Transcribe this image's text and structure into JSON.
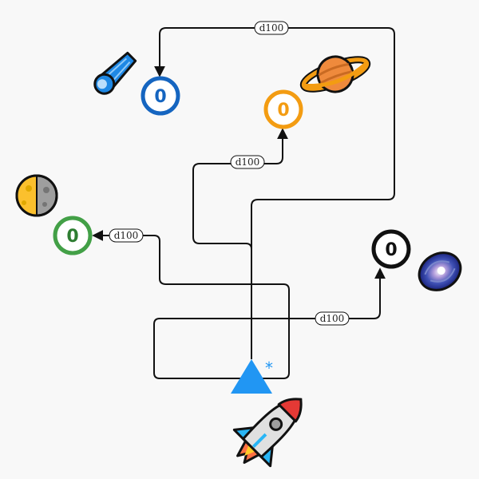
{
  "colors": {
    "background": "#f8f8f8",
    "player": "#2196f3",
    "edge": "#111111"
  },
  "player": {
    "icon": "triangle-player-icon",
    "marker": "*"
  },
  "nodes": [
    {
      "id": "comet",
      "count": "0",
      "color": "#1565c0",
      "icon": "comet-icon"
    },
    {
      "id": "saturn",
      "count": "0",
      "color": "#f39c12",
      "icon": "ringed-planet-icon"
    },
    {
      "id": "moon",
      "count": "0",
      "color": "#43a047",
      "icon": "half-moon-icon"
    },
    {
      "id": "galaxy",
      "count": "0",
      "color": "#111111",
      "icon": "galaxy-icon"
    }
  ],
  "edges": [
    {
      "to": "comet",
      "label": "d100"
    },
    {
      "to": "saturn",
      "label": "d100"
    },
    {
      "to": "moon",
      "label": "d100"
    },
    {
      "to": "galaxy",
      "label": "d100"
    }
  ],
  "rocket": {
    "icon": "rocket-icon"
  }
}
